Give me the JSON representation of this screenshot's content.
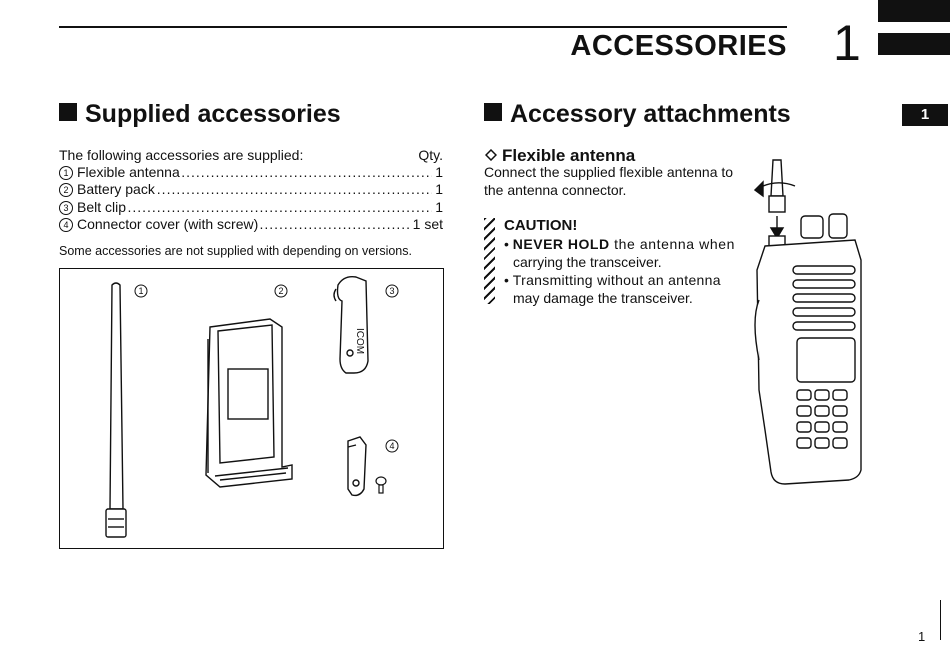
{
  "header": {
    "title": "ACCESSORIES",
    "chapter_number": "1",
    "side_tab": "1"
  },
  "left": {
    "section_title": "Supplied accessories",
    "intro": "The following accessories are supplied:",
    "qty_header": "Qty.",
    "items": [
      {
        "num": "1",
        "label": "Flexible antenna",
        "qty": "1"
      },
      {
        "num": "2",
        "label": "Battery pack",
        "qty": "1"
      },
      {
        "num": "3",
        "label": "Belt clip",
        "qty": "1"
      },
      {
        "num": "4",
        "label": "Connector cover (with screw)",
        "qty": "1 set"
      }
    ],
    "note": "Some accessories are not supplied with depending on versions.",
    "illustration": {
      "callouts": [
        "1",
        "2",
        "3",
        "4"
      ],
      "clip_logo": "ICOM"
    }
  },
  "right": {
    "section_title": "Accessory attachments",
    "subsection_title": "Flexible antenna",
    "subsection_text_line1": "Connect the supplied flexible antenna to",
    "subsection_text_line2": "the antenna connector.",
    "caution_title": "CAUTION!",
    "bullet1_bold": "NEVER HOLD",
    "bullet1_rest": " the antenna when",
    "bullet1_line2": "carrying the transceiver.",
    "bullet2_line1": "Transmitting without an antenna",
    "bullet2_line2": "may damage the transceiver."
  },
  "footer": {
    "page_number": "1"
  }
}
